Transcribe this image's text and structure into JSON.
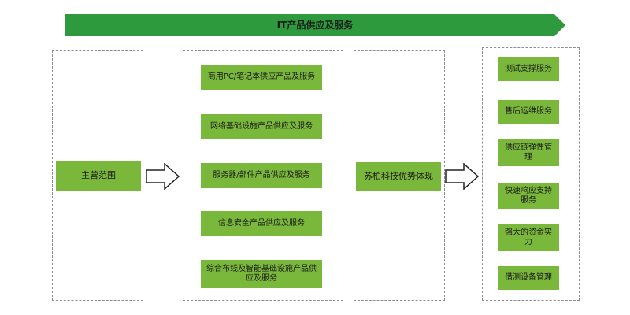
{
  "banner": {
    "title": "IT产品供应及服务"
  },
  "main_scope": {
    "label": "主营范围"
  },
  "products": {
    "items": [
      "商用PC/笔记本供应产品及服务",
      "网络基础设施产品供应及服务",
      "服务器/部件产品供应及服务",
      "信息安全产品供应及服务",
      "综合布线及智能基础设施产品供应及服务"
    ]
  },
  "advantage": {
    "label": "苏柏科技优势体现"
  },
  "advantages": {
    "items": [
      "测试支撑服务",
      "售后运维服务",
      "供应链弹性管理",
      "快速响应支持服务",
      "强大的资金实力",
      "借测设备管理"
    ]
  },
  "colors": {
    "banner": "#2e9a3e",
    "box": "#7ab83b",
    "dash": "#8c8c8c"
  }
}
